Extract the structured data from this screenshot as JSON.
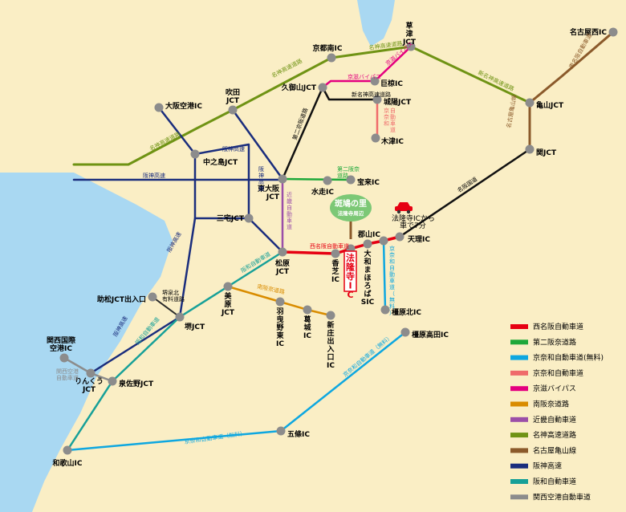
{
  "colors": {
    "land": "#faeec5",
    "sea": "#a9d8f2",
    "node": "#8c8c8c",
    "nishi_meihan": "#e60012",
    "daini_hanna": "#1ea83a",
    "keinawa_free": "#0ea7e0",
    "keinawa": "#ef6b6b",
    "keishi_bypass": "#e4007f",
    "minami_hanna": "#d98c00",
    "kinki": "#9b4fa8",
    "meishin": "#6f9314",
    "nagoya_kameyama": "#8b5a2b",
    "hanshin": "#1a2d7d",
    "hanwa": "#17a098",
    "kix": "#8c8c8c",
    "meihan": "#111111",
    "daini_keihan": "#111111",
    "shin_meishin": "#111111"
  },
  "nodes": [
    {
      "id": "nagoya_nishi",
      "label": "名古屋西IC"
    },
    {
      "id": "kusatsu",
      "label": "草\n津\nJCT"
    },
    {
      "id": "kyoto_minami",
      "label": "京都南IC"
    },
    {
      "id": "suita",
      "label": "吹田\nJCT"
    },
    {
      "id": "itami",
      "label": "大阪空港IC"
    },
    {
      "id": "kumiyama",
      "label": "久御山JCT"
    },
    {
      "id": "ogura",
      "label": "巨椋IC"
    },
    {
      "id": "joyo",
      "label": "城陽JCT"
    },
    {
      "id": "kizu",
      "label": "木津IC"
    },
    {
      "id": "kameyama",
      "label": "亀山JCT"
    },
    {
      "id": "seki",
      "label": "関JCT"
    },
    {
      "id": "nakanoshima",
      "label": "中之島JCT"
    },
    {
      "id": "higashi_osaka",
      "label": "東大阪\nJCT"
    },
    {
      "id": "mizuhashiri",
      "label": "水走IC"
    },
    {
      "id": "hosshoji_ic",
      "label": "宝来IC"
    },
    {
      "id": "sanno",
      "label": "三宅JCT"
    },
    {
      "id": "matsubara",
      "label": "松原\nJCT"
    },
    {
      "id": "kashiba",
      "label": "香\n芝\nIC"
    },
    {
      "id": "horyuji",
      "label": "法隆寺IC"
    },
    {
      "id": "yamato",
      "label": "大\n和\nま\nほ\nろ\nば\nSIC"
    },
    {
      "id": "koriyama",
      "label": "郡山IC"
    },
    {
      "id": "tenri",
      "label": "天理IC"
    },
    {
      "id": "kashihara_kita",
      "label": "橿原北IC"
    },
    {
      "id": "kashihara_takada",
      "label": "橿原高田IC"
    },
    {
      "id": "mihara",
      "label": "美\n原\nJCT"
    },
    {
      "id": "habikino",
      "label": "羽\n曳\n野\n東\nIC"
    },
    {
      "id": "katsuragi",
      "label": "葛\n城\nIC"
    },
    {
      "id": "shinjo",
      "label": "新\n庄\n出\n入\n口\nIC"
    },
    {
      "id": "sakai",
      "label": "堺JCT"
    },
    {
      "id": "sukematsu",
      "label": "助松JCT出入口"
    },
    {
      "id": "kix_ic",
      "label": "関西国際\n空港IC"
    },
    {
      "id": "rinku",
      "label": "りんくう\nJCT"
    },
    {
      "id": "izumisano",
      "label": "泉佐野JCT"
    },
    {
      "id": "wakayama",
      "label": "和歌山IC"
    },
    {
      "id": "gojo",
      "label": "五條IC"
    }
  ],
  "route_labels": {
    "meishin_west": "名神高速道路",
    "meishin_mid": "名神高速道路",
    "meishin_top": "名神高速道路",
    "shin_meishin": "新名神高速道路",
    "shin_meishin2": "新名神高速道路",
    "keishi_top": "京滋バイパス",
    "keishi_mid": "京滋バイパス",
    "keinawa_north": "京奈和\n自動車道",
    "daini_keihan": "第二京阪道路",
    "daini_hanna": "第二阪奈\n道路",
    "hanshin_h": "阪神高速",
    "hanshin_top": "阪神高速",
    "hanshin_v": "阪神高速",
    "hanshin_diag": "阪神高速",
    "hanshin_sw": "阪神高速",
    "kinki": "近畿自動車道",
    "nishi_meihan": "西名阪自動車道",
    "hanwa_top": "阪和自動車道",
    "hanwa_bot": "阪和自動車道",
    "minami_hanna": "南阪奈道路",
    "sakai_senboku": "堺泉北\n有料道路",
    "kix_road": "関西空港\n自動車道",
    "keinawa_free": "京奈和自動車道（無料）",
    "keinawa_free2": "京奈和自動車道（無料）",
    "keinawa_south": "京奈和自動車道（無料）",
    "meihan": "名阪国道",
    "nagoya_kameyama": "名古屋亀山線",
    "higashi_meihan": "東名阪自動車道"
  },
  "callout": {
    "bubble_title": "斑鳩の里",
    "bubble_sub": "法隆寺周辺",
    "car_note": "法隆寺ICから\n車で7分"
  },
  "legend": [
    {
      "label": "西名阪自動車道",
      "color": "#e60012"
    },
    {
      "label": "第二阪奈道路",
      "color": "#1ea83a"
    },
    {
      "label": "京奈和自動車道(無料)",
      "color": "#0ea7e0"
    },
    {
      "label": "京奈和自動車道",
      "color": "#ef6b6b"
    },
    {
      "label": "京滋バイパス",
      "color": "#e4007f"
    },
    {
      "label": "南阪奈道路",
      "color": "#d98c00"
    },
    {
      "label": "近畿自動車道",
      "color": "#9b4fa8"
    },
    {
      "label": "名神高速道路",
      "color": "#6f9314"
    },
    {
      "label": "名古屋亀山線",
      "color": "#8b5a2b"
    },
    {
      "label": "阪神高速",
      "color": "#1a2d7d"
    },
    {
      "label": "阪和自動車道",
      "color": "#17a098"
    },
    {
      "label": "関西空港自動車道",
      "color": "#8c8c8c"
    }
  ]
}
